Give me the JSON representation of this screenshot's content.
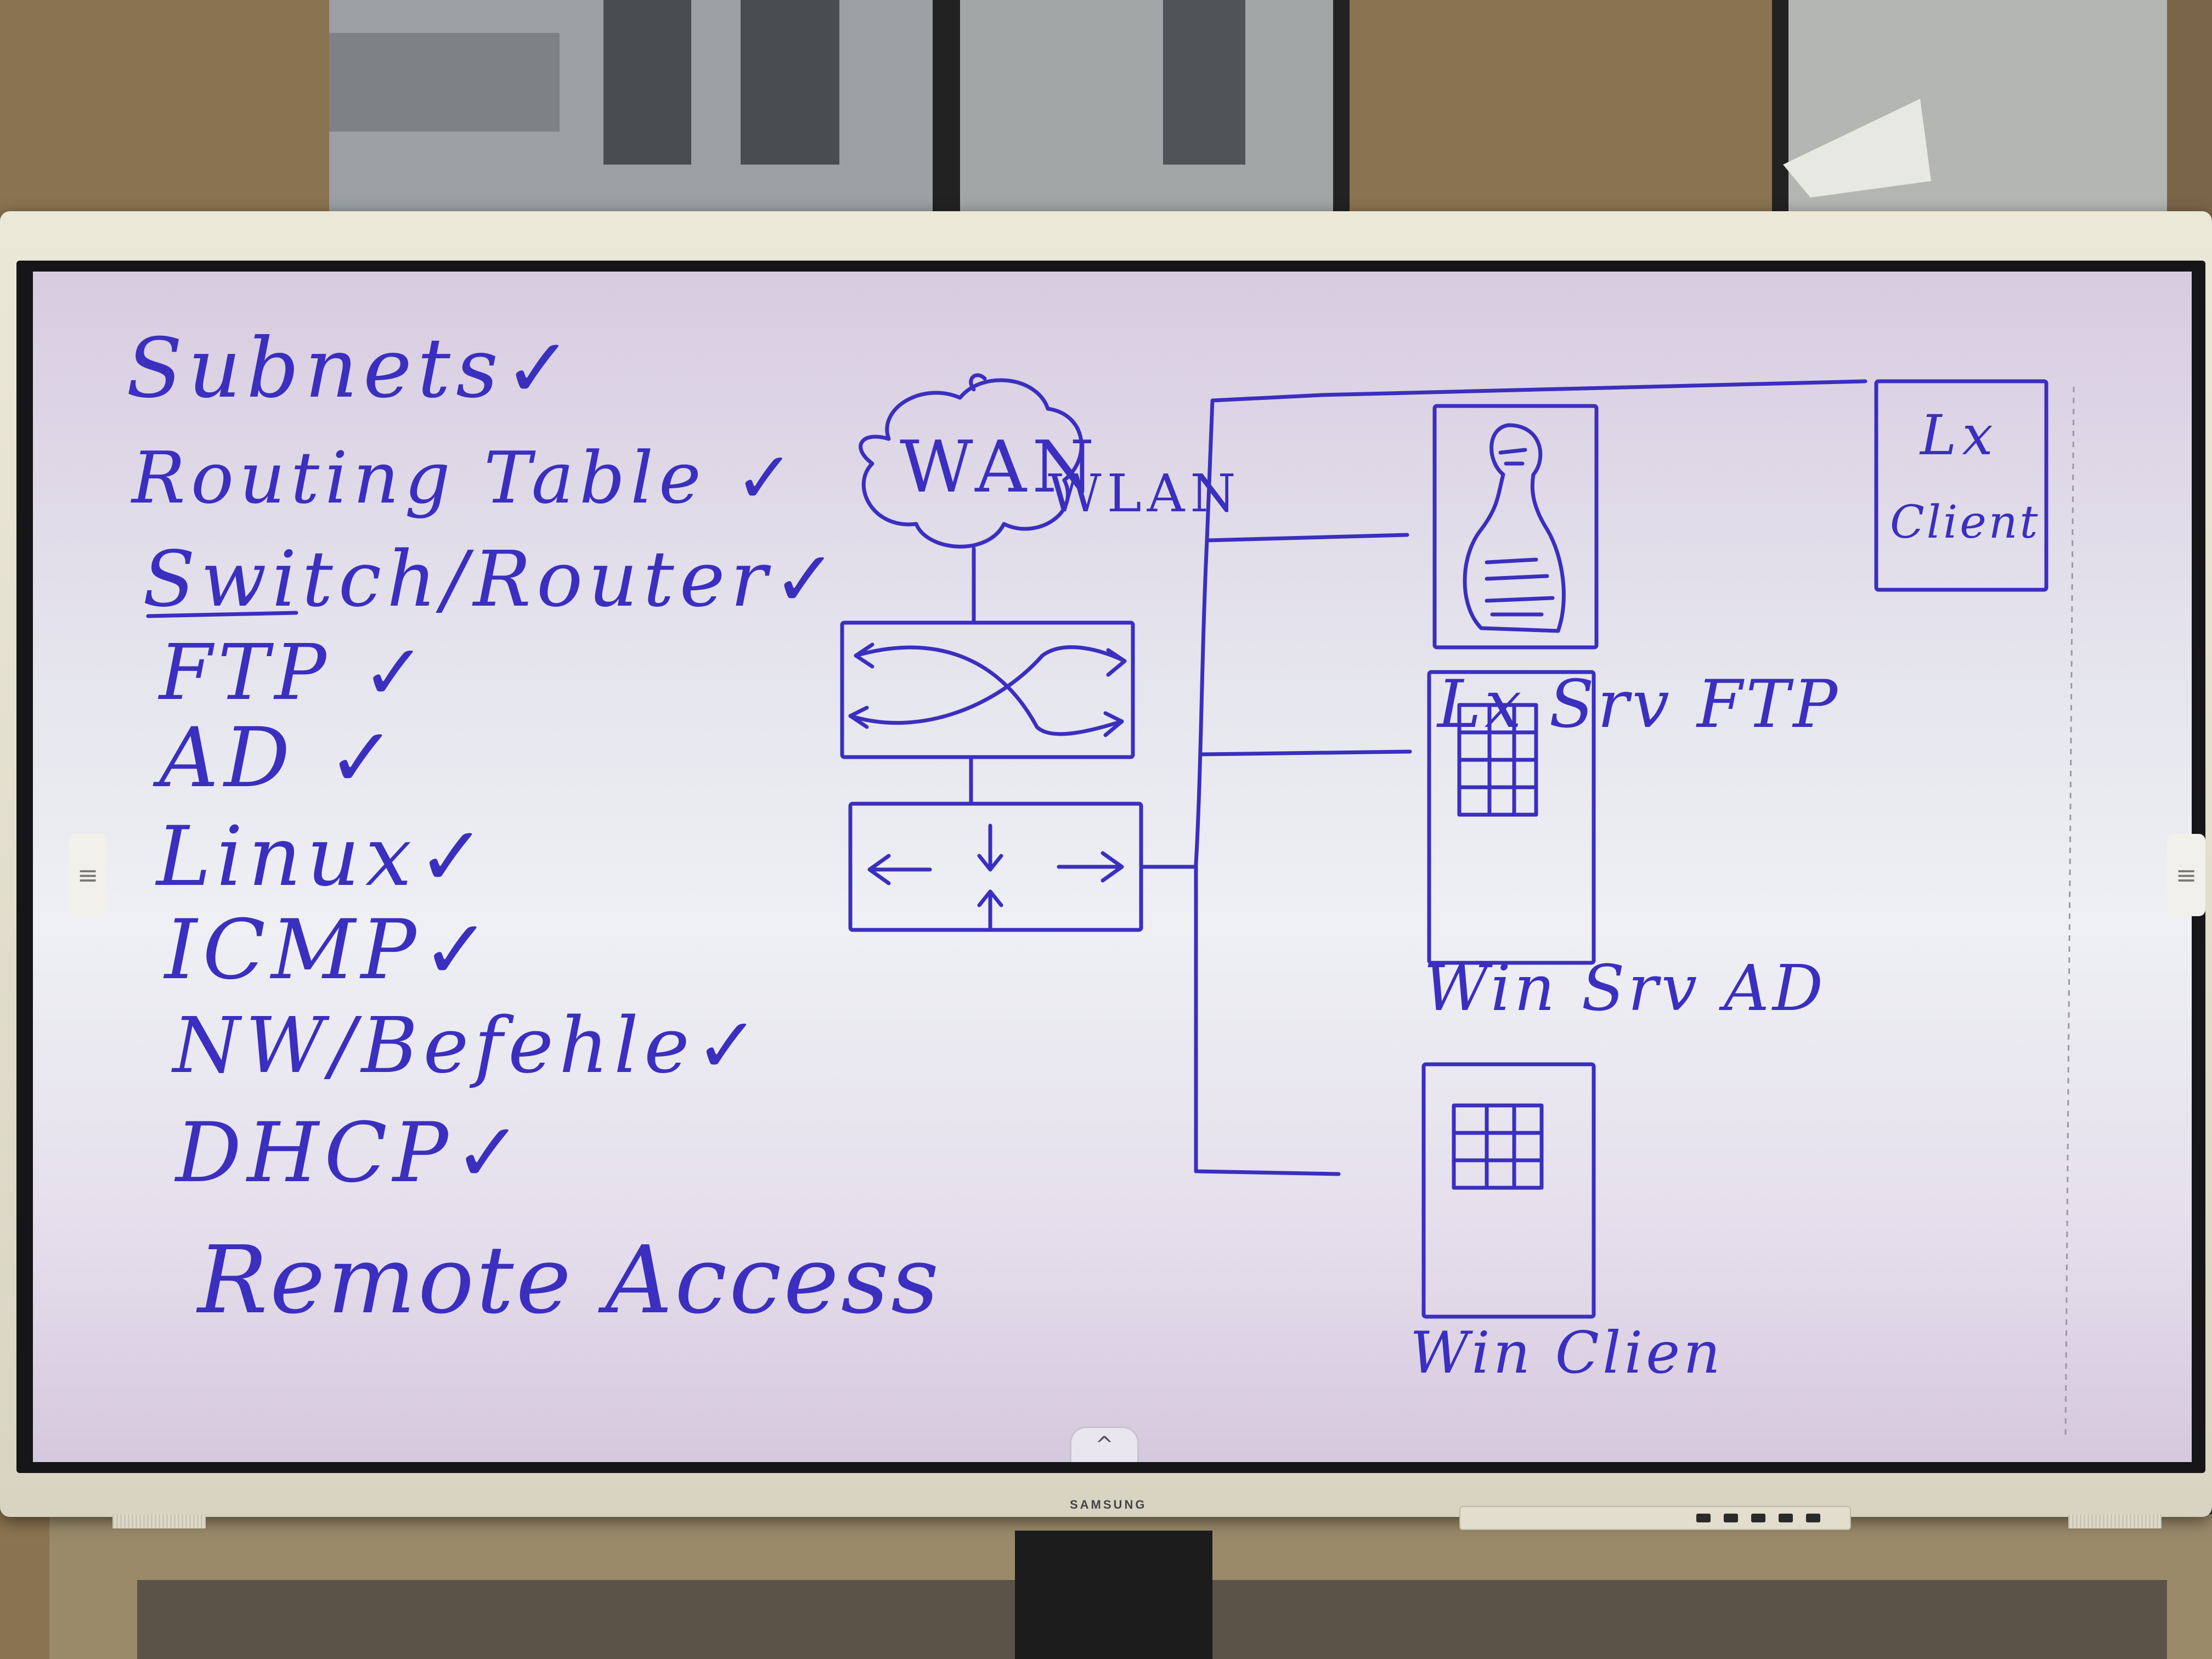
{
  "scene": "whiteboard",
  "colors": {
    "ink": "#3b2fbf",
    "screen": "#eceef3",
    "bezel": "#e6e2d2"
  },
  "monitor": {
    "brand": "SAMSUNG",
    "left_handle_icon": "menu-icon",
    "right_handle_icon": "menu-icon",
    "bottom_tab_icon": "chevron-up-icon",
    "left_handle_glyph": "≡",
    "right_handle_glyph": "≡",
    "bottom_tab_glyph": "^"
  },
  "checklist": [
    {
      "text": "Subnets",
      "check": "✓"
    },
    {
      "text": "Routing Table",
      "check": "✓"
    },
    {
      "text": "Switch/Router",
      "check": "✓"
    },
    {
      "text": "FTP",
      "check": "✓"
    },
    {
      "text": "AD",
      "check": "✓"
    },
    {
      "text": "Linux",
      "check": "✓"
    },
    {
      "text": "ICMP",
      "check": "✓"
    },
    {
      "text": "NW/Befehle",
      "check": "✓"
    },
    {
      "text": "DHCP",
      "check": "✓"
    },
    {
      "text": "Remote Access",
      "check": ""
    }
  ],
  "diagram": {
    "wan": "WAN",
    "wlan": "WLAN",
    "lx_client_line1": "Lx",
    "lx_client_line2": "Client",
    "lx_srv": "Lx Srv FTP",
    "win_srv": "Win Srv AD",
    "win_client": "Win Clien"
  }
}
